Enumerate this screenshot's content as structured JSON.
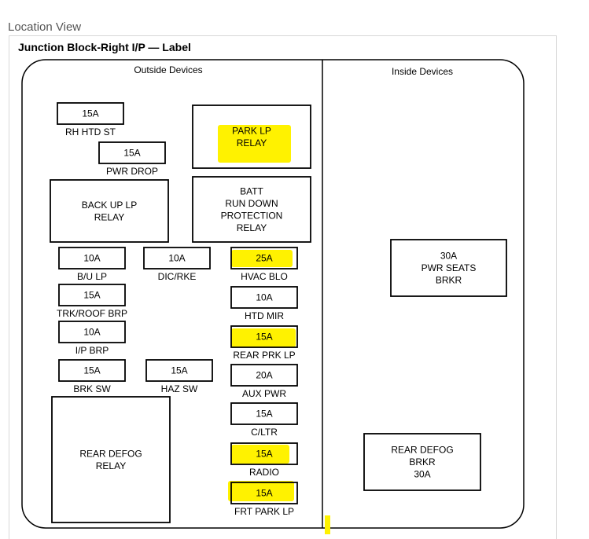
{
  "page": {
    "title": "Location View"
  },
  "diagram": {
    "title": "Junction Block-Right I/P — Label",
    "sections": {
      "outside": "Outside Devices",
      "inside": "Inside Devices"
    },
    "colors": {
      "highlight": "#fff200",
      "line": "#000000"
    },
    "components": [
      {
        "id": "rh-htd-st",
        "kind": "fuse",
        "rating": "15A",
        "name": "RH HTD ST",
        "highlighted": false
      },
      {
        "id": "pwr-drop",
        "kind": "fuse",
        "rating": "15A",
        "name": "PWR DROP",
        "highlighted": false
      },
      {
        "id": "park-lp-relay",
        "kind": "relay",
        "lines": [
          "PARK LP",
          "RELAY"
        ],
        "highlighted": true
      },
      {
        "id": "back-up-lp-relay",
        "kind": "relay",
        "lines": [
          "BACK UP LP",
          "RELAY"
        ],
        "highlighted": false
      },
      {
        "id": "batt-run-down-relay",
        "kind": "relay",
        "lines": [
          "BATT",
          "RUN DOWN",
          "PROTECTION",
          "RELAY"
        ],
        "highlighted": false
      },
      {
        "id": "bu-lp",
        "kind": "fuse",
        "rating": "10A",
        "name": "B/U LP",
        "highlighted": false
      },
      {
        "id": "dic-rke",
        "kind": "fuse",
        "rating": "10A",
        "name": "DIC/RKE",
        "highlighted": false
      },
      {
        "id": "hvac-blo",
        "kind": "fuse",
        "rating": "25A",
        "name": "HVAC BLO",
        "highlighted": true
      },
      {
        "id": "trk-roof-brp",
        "kind": "fuse",
        "rating": "15A",
        "name": "TRK/ROOF BRP",
        "highlighted": false
      },
      {
        "id": "htd-mir",
        "kind": "fuse",
        "rating": "10A",
        "name": "HTD MIR",
        "highlighted": false
      },
      {
        "id": "ip-brp",
        "kind": "fuse",
        "rating": "10A",
        "name": "I/P BRP",
        "highlighted": false
      },
      {
        "id": "rear-prk-lp",
        "kind": "fuse",
        "rating": "15A",
        "name": "REAR PRK LP",
        "highlighted": true
      },
      {
        "id": "brk-sw",
        "kind": "fuse",
        "rating": "15A",
        "name": "BRK SW",
        "highlighted": false
      },
      {
        "id": "haz-sw",
        "kind": "fuse",
        "rating": "15A",
        "name": "HAZ SW",
        "highlighted": false
      },
      {
        "id": "aux-pwr",
        "kind": "fuse",
        "rating": "20A",
        "name": "AUX PWR",
        "highlighted": false
      },
      {
        "id": "c-ltr",
        "kind": "fuse",
        "rating": "15A",
        "name": "C/LTR",
        "highlighted": false
      },
      {
        "id": "rear-defog-relay",
        "kind": "relay",
        "lines": [
          "REAR DEFOG",
          "RELAY"
        ],
        "highlighted": false
      },
      {
        "id": "radio",
        "kind": "fuse",
        "rating": "15A",
        "name": "RADIO",
        "highlighted": true
      },
      {
        "id": "frt-park-lp",
        "kind": "fuse",
        "rating": "15A",
        "name": "FRT PARK LP",
        "highlighted": true
      },
      {
        "id": "pwr-seats-brkr",
        "kind": "breaker",
        "lines": [
          "30A",
          "PWR SEATS",
          "BRKR"
        ],
        "highlighted": false
      },
      {
        "id": "rear-defog-brkr",
        "kind": "breaker",
        "lines": [
          "REAR DEFOG",
          "BRKR",
          "30A"
        ],
        "highlighted": false
      }
    ]
  }
}
